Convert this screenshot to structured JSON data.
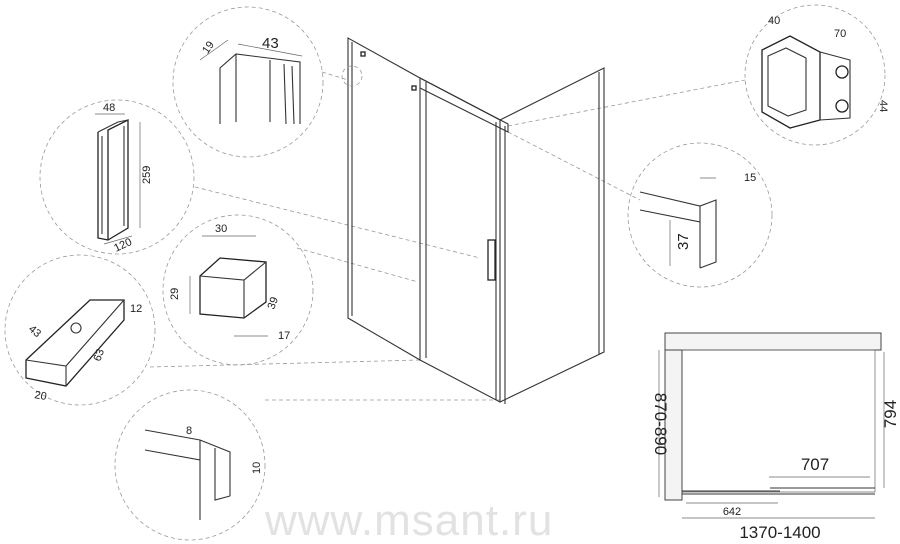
{
  "watermark": "www.msant.ru",
  "details": {
    "profile_top": {
      "a": "19",
      "b": "43"
    },
    "handle": {
      "width": "48",
      "height": "259",
      "length": "120"
    },
    "stopper": {
      "width": "30",
      "height": "29",
      "depth": "39",
      "offset": "17"
    },
    "bottom_guide": {
      "a": "43",
      "b": "12",
      "c": "63",
      "d": "20"
    },
    "bottom_profile": {
      "a": "8",
      "b": "10"
    },
    "wall_bracket": {
      "a": "40",
      "b": "70",
      "c": "44"
    },
    "rail": {
      "a": "15",
      "b": "37"
    }
  },
  "plan": {
    "depth": "870-890",
    "side_height": "794",
    "door_opening": "707",
    "fixed_panel": "642",
    "total_width": "1370-1400"
  }
}
